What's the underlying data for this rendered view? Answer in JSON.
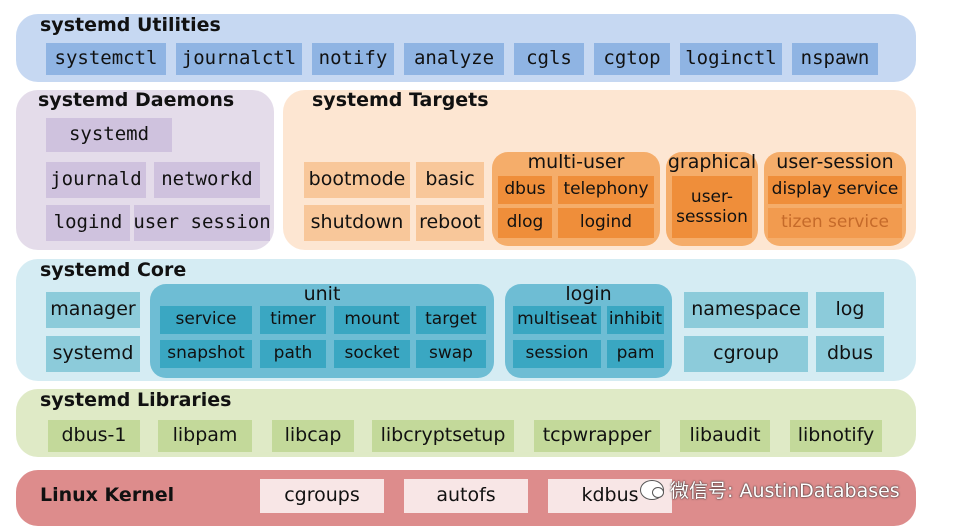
{
  "utilities": {
    "title": "systemd Utilities",
    "items": [
      "systemctl",
      "journalctl",
      "notify",
      "analyze",
      "cgls",
      "cgtop",
      "loginctl",
      "nspawn"
    ],
    "color": "#c6d8f2"
  },
  "daemons": {
    "title": "systemd Daemons",
    "items": [
      "systemd",
      "journald",
      "networkd",
      "logind",
      "user session"
    ],
    "color": "#e4dcea"
  },
  "targets": {
    "title": "systemd Targets",
    "items": [
      "bootmode",
      "basic",
      "shutdown",
      "reboot"
    ],
    "groups": {
      "multi_user": {
        "title": "multi-user",
        "items": [
          "dbus",
          "telephony",
          "dlog",
          "logind"
        ]
      },
      "graphical": {
        "title": "graphical",
        "items": [
          "user-\nsesssion"
        ]
      },
      "user_session": {
        "title": "user-session",
        "items": [
          "display service",
          "tizen service"
        ]
      }
    },
    "color": "#fde6d2"
  },
  "core": {
    "title": "systemd Core",
    "items": [
      "manager",
      "systemd",
      "namespace",
      "log",
      "cgroup",
      "dbus"
    ],
    "groups": {
      "unit": {
        "title": "unit",
        "items": [
          "service",
          "timer",
          "mount",
          "target",
          "snapshot",
          "path",
          "socket",
          "swap"
        ]
      },
      "login": {
        "title": "login",
        "items": [
          "multiseat",
          "inhibit",
          "session",
          "pam"
        ]
      }
    },
    "color": "#d5ecf3"
  },
  "libraries": {
    "title": "systemd Libraries",
    "items": [
      "dbus-1",
      "libpam",
      "libcap",
      "libcryptsetup",
      "tcpwrapper",
      "libaudit",
      "libnotify"
    ],
    "color": "#dfeac6"
  },
  "kernel": {
    "title": "Linux Kernel",
    "items": [
      "cgroups",
      "autofs",
      "kdbus"
    ],
    "color": "#dd8c8c"
  },
  "watermark": "微信号: AustinDatabases"
}
